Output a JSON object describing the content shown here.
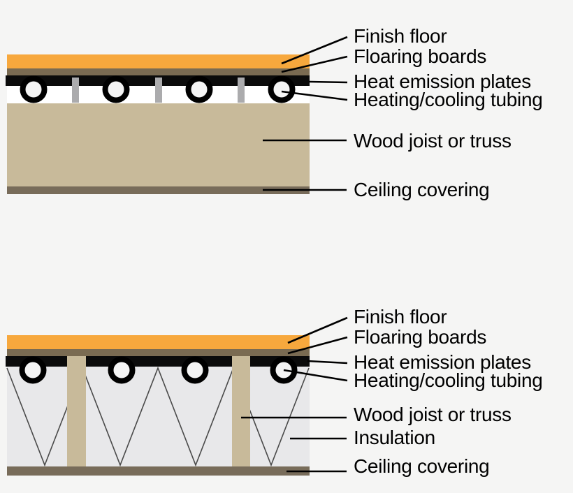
{
  "colors": {
    "background": "#F5F5F4",
    "finish_floor_orange": "#F7A83D",
    "flooring_board_brown": "#7A6B52",
    "emission_plate_black": "#0B0B0B",
    "tubing_ring_black": "#000000",
    "tubing_fill": "#F4F4F4",
    "behind_tubing_white": "#FFFFFF",
    "wood_joist_tan": "#C8BA9A",
    "ceiling_brown": "#786C5A",
    "sleeper_gray": "#ABABAD",
    "insulation_fill": "#E8E8EA",
    "insulation_line": "#4A4A4A",
    "leader_line": "#000000",
    "label_text": "#000000"
  },
  "diagrams": {
    "top": {
      "labels": {
        "finish_floor": "Finish floor",
        "floaring_boards": "Floaring boards",
        "heat_emission_plates": "Heat emission plates",
        "heating_cooling_tubing": "Heating/cooling tubing",
        "wood_joist_or_truss": "Wood joist or truss",
        "ceiling_covering": "Ceiling covering"
      }
    },
    "bottom": {
      "labels": {
        "finish_floor": "Finish floor",
        "floaring_boards": "Floaring boards",
        "heat_emission_plates": "Heat emission plates",
        "heating_cooling_tubing": "Heating/cooling tubing",
        "wood_joist_or_truss": "Wood joist or truss",
        "insulation": "Insulation",
        "ceiling_covering": "Ceiling covering"
      }
    }
  }
}
